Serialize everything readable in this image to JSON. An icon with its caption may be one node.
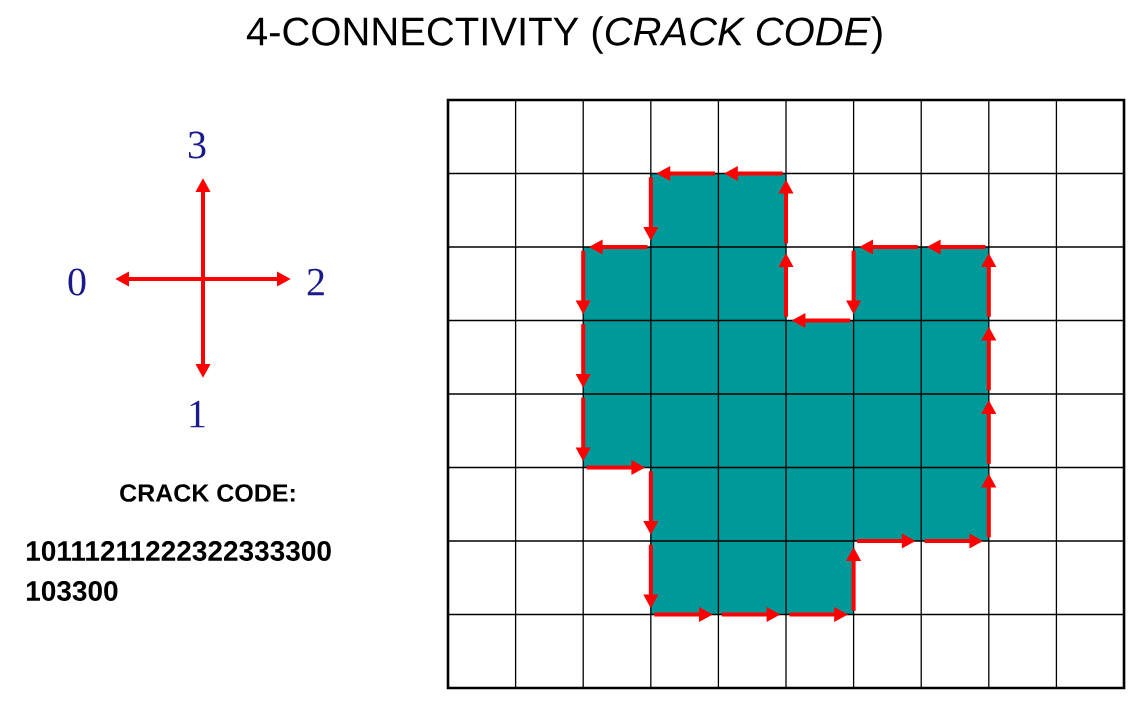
{
  "diagram": {
    "title": "4-CONNECTIVITY (*CRACK CODE*)",
    "labels": [
      "3",
      "0",
      "2",
      "1",
      "CRACK CODE:",
      "10111211222322333300",
      "103300"
    ]
  }
}
